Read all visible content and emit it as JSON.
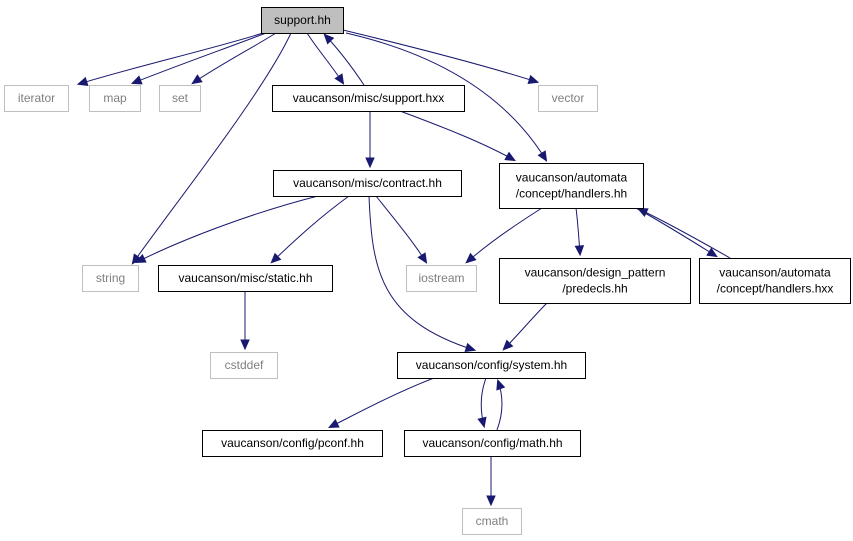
{
  "graph": {
    "colors": {
      "edge": "#191970",
      "root_fill": "#bfbfbf",
      "system_text": "#7f7f7f",
      "system_border": "#bfbfbf"
    },
    "nodes": [
      {
        "id": "support_hh",
        "lines": [
          "support.hh"
        ],
        "kind": "root"
      },
      {
        "id": "iterator",
        "lines": [
          "iterator"
        ],
        "kind": "system"
      },
      {
        "id": "map",
        "lines": [
          "map"
        ],
        "kind": "system"
      },
      {
        "id": "set",
        "lines": [
          "set"
        ],
        "kind": "system"
      },
      {
        "id": "support_hxx",
        "lines": [
          "vaucanson/misc/support.hxx"
        ],
        "kind": "local"
      },
      {
        "id": "vector",
        "lines": [
          "vector"
        ],
        "kind": "system"
      },
      {
        "id": "contract_hh",
        "lines": [
          "vaucanson/misc/contract.hh"
        ],
        "kind": "local"
      },
      {
        "id": "handlers_hh",
        "lines": [
          "vaucanson/automata",
          "/concept/handlers.hh"
        ],
        "kind": "local"
      },
      {
        "id": "string",
        "lines": [
          "string"
        ],
        "kind": "system"
      },
      {
        "id": "static_hh",
        "lines": [
          "vaucanson/misc/static.hh"
        ],
        "kind": "local"
      },
      {
        "id": "iostream",
        "lines": [
          "iostream"
        ],
        "kind": "system"
      },
      {
        "id": "predecls_hh",
        "lines": [
          "vaucanson/design_pattern",
          "/predecls.hh"
        ],
        "kind": "local"
      },
      {
        "id": "handlers_hxx",
        "lines": [
          "vaucanson/automata",
          "/concept/handlers.hxx"
        ],
        "kind": "local"
      },
      {
        "id": "cstddef",
        "lines": [
          "cstddef"
        ],
        "kind": "system"
      },
      {
        "id": "system_hh",
        "lines": [
          "vaucanson/config/system.hh"
        ],
        "kind": "local"
      },
      {
        "id": "pconf_hh",
        "lines": [
          "vaucanson/config/pconf.hh"
        ],
        "kind": "local"
      },
      {
        "id": "math_hh",
        "lines": [
          "vaucanson/config/math.hh"
        ],
        "kind": "local"
      },
      {
        "id": "cmath",
        "lines": [
          "cmath"
        ],
        "kind": "system"
      }
    ],
    "edges": [
      {
        "from": "support_hh",
        "to": "iterator"
      },
      {
        "from": "support_hh",
        "to": "map"
      },
      {
        "from": "support_hh",
        "to": "set"
      },
      {
        "from": "support_hh",
        "to": "support_hxx"
      },
      {
        "from": "support_hh",
        "to": "vector"
      },
      {
        "from": "support_hh",
        "to": "string"
      },
      {
        "from": "support_hh",
        "to": "handlers_hh"
      },
      {
        "from": "support_hxx",
        "to": "support_hh"
      },
      {
        "from": "support_hxx",
        "to": "contract_hh"
      },
      {
        "from": "support_hxx",
        "to": "handlers_hh"
      },
      {
        "from": "contract_hh",
        "to": "string"
      },
      {
        "from": "contract_hh",
        "to": "static_hh"
      },
      {
        "from": "contract_hh",
        "to": "iostream"
      },
      {
        "from": "contract_hh",
        "to": "system_hh"
      },
      {
        "from": "handlers_hh",
        "to": "iostream"
      },
      {
        "from": "handlers_hh",
        "to": "predecls_hh"
      },
      {
        "from": "handlers_hh",
        "to": "handlers_hxx"
      },
      {
        "from": "handlers_hxx",
        "to": "handlers_hh"
      },
      {
        "from": "static_hh",
        "to": "cstddef"
      },
      {
        "from": "predecls_hh",
        "to": "system_hh"
      },
      {
        "from": "system_hh",
        "to": "pconf_hh"
      },
      {
        "from": "system_hh",
        "to": "math_hh"
      },
      {
        "from": "math_hh",
        "to": "system_hh"
      },
      {
        "from": "math_hh",
        "to": "cmath"
      }
    ]
  }
}
